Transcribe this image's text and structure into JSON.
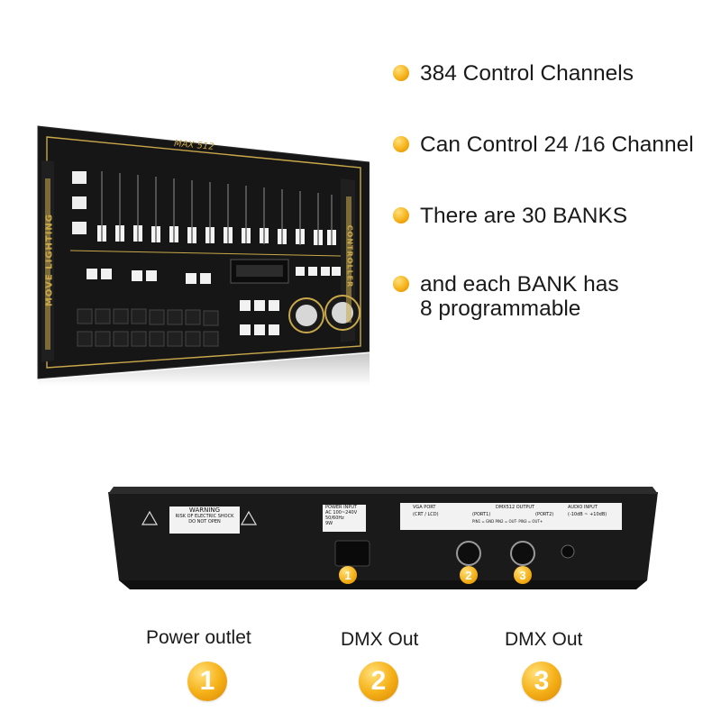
{
  "features": [
    {
      "text": "384 Control Channels"
    },
    {
      "text": "Can Control 24 /16 Channel"
    },
    {
      "text": "There are 30 BANKS"
    },
    {
      "line1": "and each BANK has",
      "line2": "8 programmable"
    }
  ],
  "front_panel": {
    "model": "MAX 512",
    "side_left": "MOVE LIGHTING",
    "side_right": "CONTROLLER"
  },
  "back_panel": {
    "warning_title": "WARNING",
    "warning_line1": "RISK OF ELECTRIC SHOCK",
    "warning_line2": "DO NOT OPEN",
    "power_title": "POWER INPUT",
    "power_line1": "AC 100~240V",
    "power_line2": "50/60Hz",
    "power_line3": "9W",
    "vga_title": "VGA PORT",
    "vga_sub": "(CRT / LCD)",
    "dmx_title": "DMX512 OUTPUT",
    "dmx_port1": "(PORT1)",
    "dmx_port2": "(PORT2)",
    "dmx_pins": "PIN1 = GND  PIN2 = OUT-  PIN3 = OUT+",
    "audio_title": "AUDIO INPUT",
    "audio_sub": "(-10dB ~ +10dB)",
    "marker1": "1",
    "marker2": "2",
    "marker3": "3"
  },
  "ports": [
    {
      "label": "Power outlet",
      "number": "1"
    },
    {
      "label": "DMX Out",
      "number": "2"
    },
    {
      "label": "DMX Out",
      "number": "3"
    }
  ],
  "colors": {
    "accent": "#f6b21a",
    "panel": "#1b1b1b",
    "gold": "#c8a84a"
  }
}
